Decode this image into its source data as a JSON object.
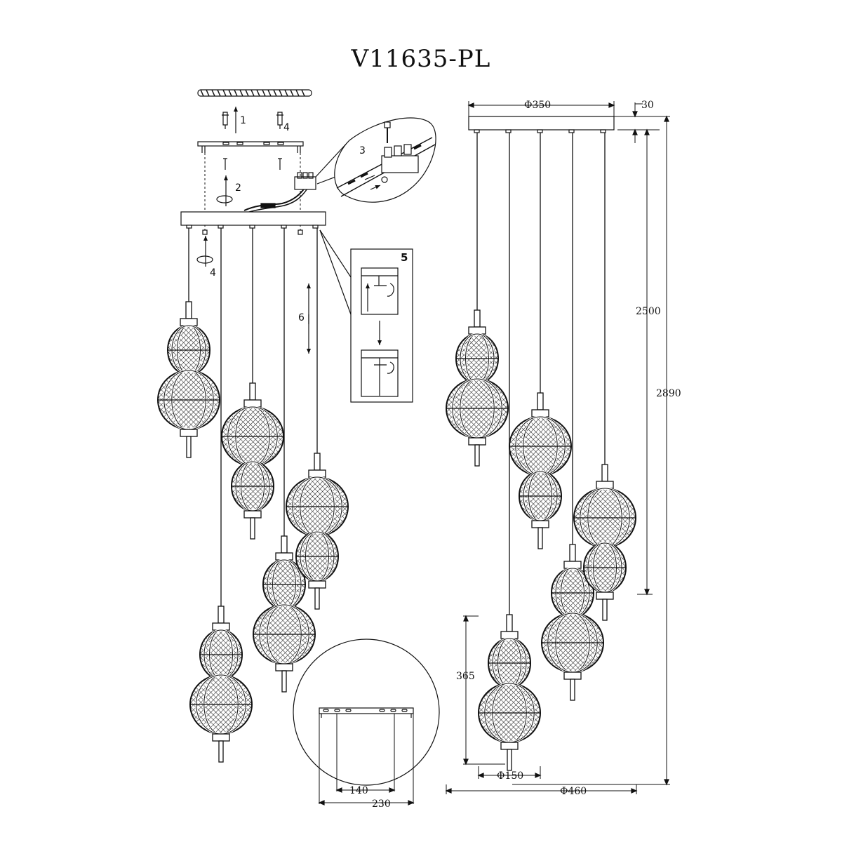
{
  "title": "V11635-PL",
  "steps": {
    "s1": "1",
    "s2": "2",
    "s3": "3",
    "s4a": "4",
    "s4b": "4",
    "s5": "5",
    "s6": "6"
  },
  "dimensions": {
    "canopy_diameter": "Φ350",
    "canopy_height": "30",
    "cable_length": "2500",
    "total_height": "2890",
    "pendant_height": "365",
    "pendant_diameter": "Φ150",
    "overall_diameter": "Φ460",
    "bracket_hole_spacing": "140",
    "bracket_length": "230"
  },
  "icons": {
    "mesh": "crosshatch-mesh-pattern"
  }
}
